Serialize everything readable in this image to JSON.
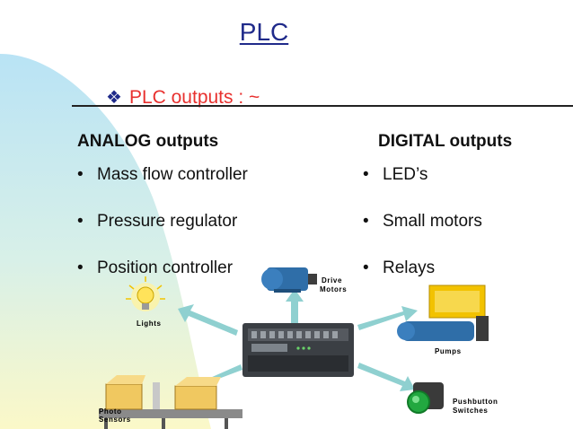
{
  "slide": {
    "title": "PLC",
    "subtitle": "PLC outputs : ~",
    "analog": {
      "heading": "ANALOG outputs",
      "items": [
        "Mass flow controller",
        "Pressure regulator",
        "Position controller"
      ]
    },
    "digital": {
      "heading": "DIGITAL outputs",
      "items": [
        "LED’s",
        "Small motors",
        "Relays"
      ]
    }
  },
  "diagram": {
    "labels": {
      "lights": "Lights",
      "drive_motors_1": "Drive",
      "drive_motors_2": "Motors",
      "pumps": "Pumps",
      "photo_sensors_1": "Photo",
      "photo_sensors_2": "Sensors",
      "pushbutton_1": "Pushbutton",
      "pushbutton_2": "Switches"
    }
  },
  "colors": {
    "title": "#1f2a8a",
    "subtitle": "#e8312f",
    "arrow": "#8fd0d0",
    "swoosh": "#bfe6f5"
  }
}
